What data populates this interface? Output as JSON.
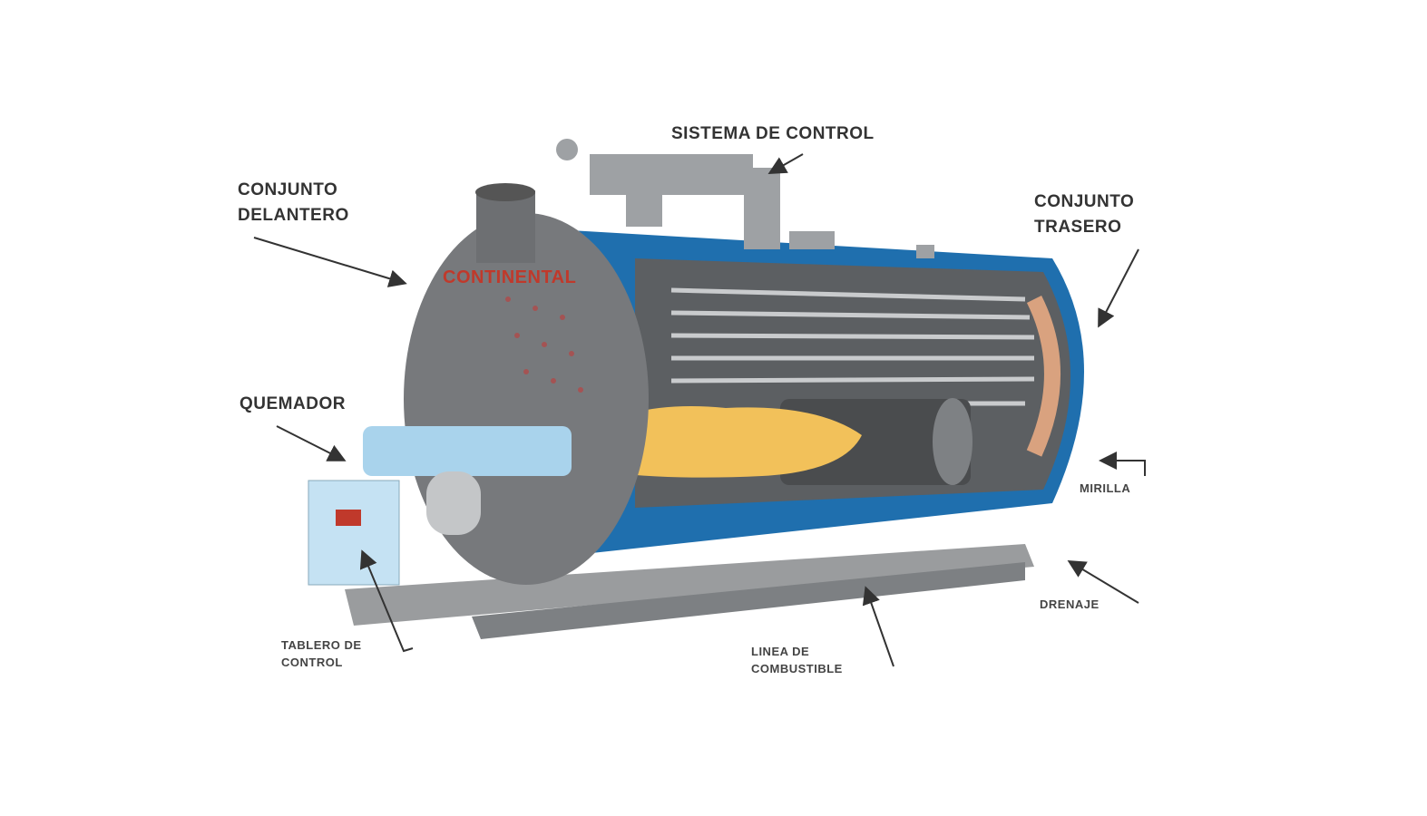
{
  "title": "Caldera pirotubular - partes",
  "logo_text": "CONTINENTAL",
  "labels": {
    "sistema_control": "SISTEMA DE CONTROL",
    "conjunto_delantero_1": "CONJUNTO",
    "conjunto_delantero_2": "DELANTERO",
    "conjunto_trasero_1": "CONJUNTO",
    "conjunto_trasero_2": "TRASERO",
    "quemador": "QUEMADOR",
    "mirilla": "MIRILLA",
    "drenaje": "DRENAJE",
    "tablero_1": "TABLERO DE",
    "tablero_2": "CONTROL",
    "linea_1": "LINEA DE",
    "linea_2": "COMBUSTIBLE"
  },
  "colors": {
    "shell_blue": "#1f6fae",
    "steel": "#8a8d90",
    "flame": "#f2c15a",
    "burner": "#a9d3ec"
  }
}
